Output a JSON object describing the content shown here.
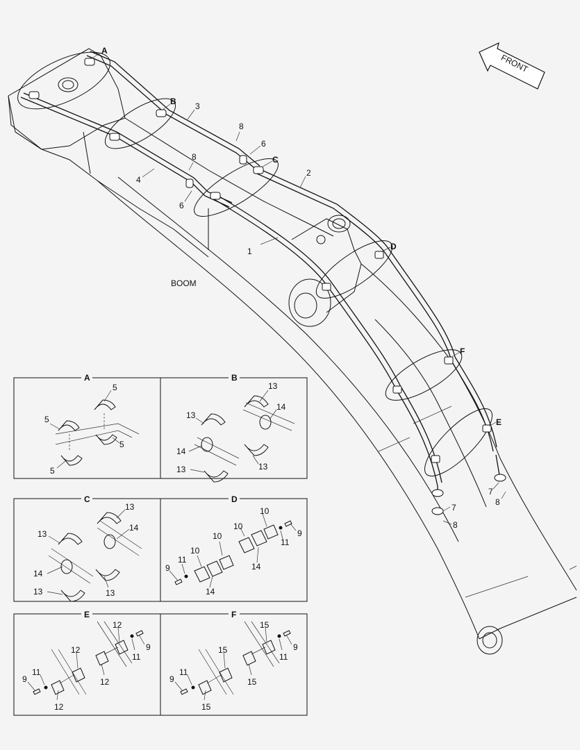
{
  "diagram": {
    "front_label": "FRONT",
    "boom_label": "BOOM",
    "main_callouts": {
      "A": "A",
      "B": "B",
      "C": "C",
      "D": "D",
      "E": "E",
      "F": "F",
      "n1": "1",
      "n2": "2",
      "n3": "3",
      "n4": "4",
      "n6a": "6",
      "n6b": "6",
      "n7a": "7",
      "n7b": "7",
      "n8a": "8",
      "n8b": "8",
      "n8c": "8",
      "n8d": "8"
    },
    "details": {
      "A": {
        "title": "A",
        "labels": [
          "5",
          "5",
          "5",
          "5"
        ]
      },
      "B": {
        "title": "B",
        "labels": [
          "13",
          "14",
          "13",
          "14",
          "13",
          "13"
        ]
      },
      "C": {
        "title": "C",
        "labels": [
          "13",
          "13",
          "14",
          "14",
          "13",
          "13"
        ]
      },
      "D": {
        "title": "D",
        "labels": [
          "10",
          "10",
          "9",
          "11",
          "10",
          "10",
          "14",
          "9",
          "11",
          "14"
        ]
      },
      "E": {
        "title": "E",
        "labels": [
          "12",
          "9",
          "11",
          "12",
          "11",
          "9",
          "12",
          "12"
        ]
      },
      "F": {
        "title": "F",
        "labels": [
          "15",
          "9",
          "11",
          "15",
          "11",
          "9",
          "15",
          "15"
        ]
      }
    }
  }
}
